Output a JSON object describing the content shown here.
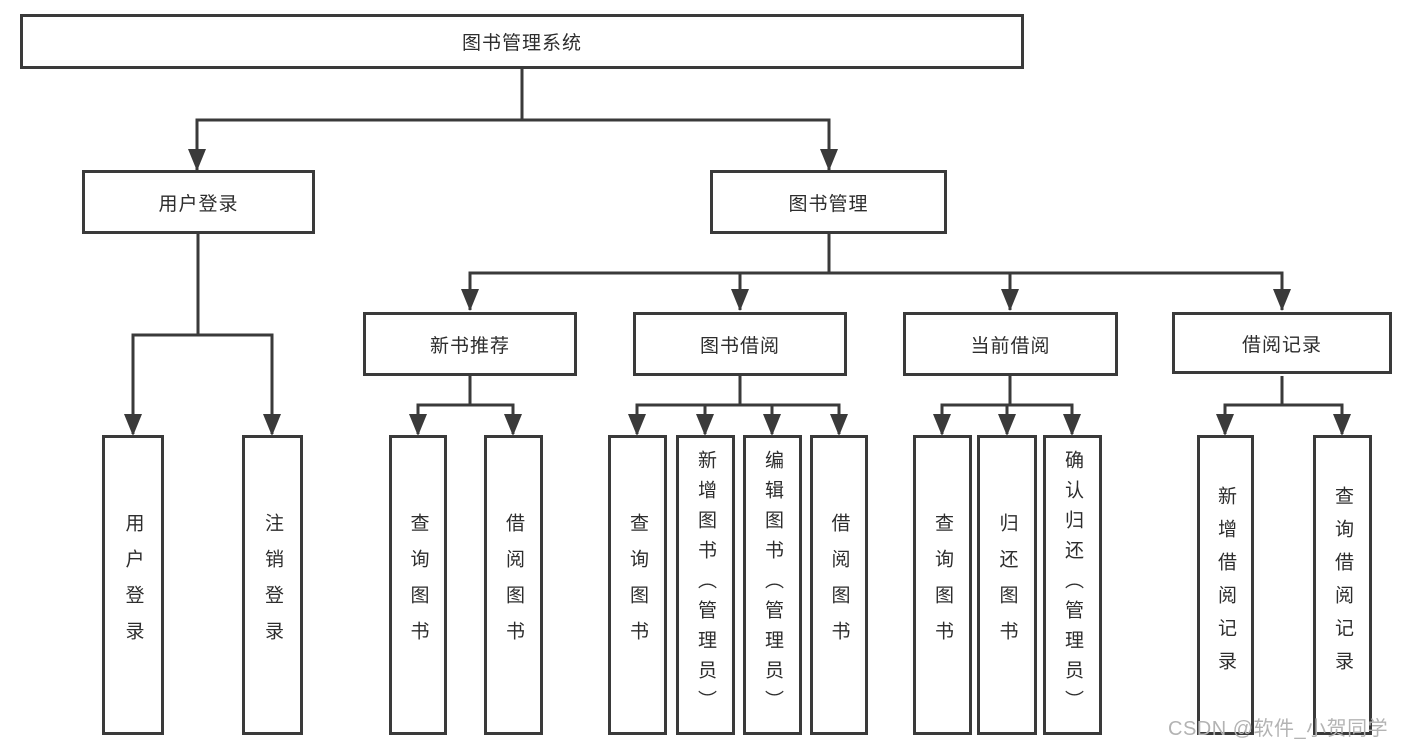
{
  "diagram": {
    "title": "图书管理系统",
    "level1": {
      "user_login": "用户登录",
      "book_management": "图书管理"
    },
    "level2": {
      "new_books": "新书推荐",
      "book_borrow": "图书借阅",
      "current_borrow": "当前借阅",
      "borrow_records": "借阅记录"
    },
    "leaves": {
      "login": "用户登录",
      "logout": "注销登录",
      "nb_query": "查询图书",
      "nb_borrow": "借阅图书",
      "bw_query": "查询图书",
      "bw_add": "新增图书（管理员）",
      "bw_edit": "编辑图书（管理员）",
      "bw_borrow": "借阅图书",
      "cu_query": "查询图书",
      "cu_return": "归还图书",
      "cu_confirm": "确认归还（管理员）",
      "re_add": "新增借阅记录",
      "re_query": "查询借阅记录"
    },
    "watermark": "CSDN @软件_小贺同学",
    "colors": {
      "line": "#3a3a3a",
      "box_border": "#3a3a3a",
      "background": "#ffffff",
      "text": "#2d2d2d",
      "watermark": "#b3b3b3"
    }
  }
}
